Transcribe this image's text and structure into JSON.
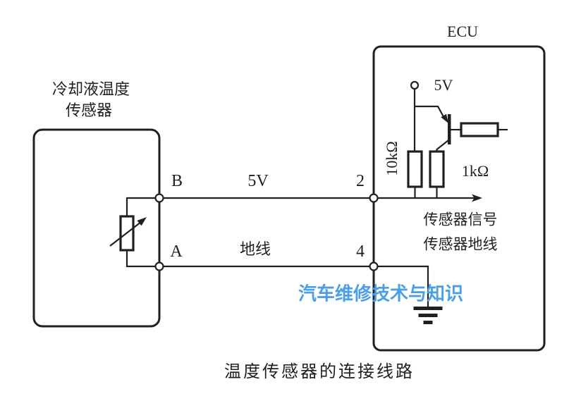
{
  "colors": {
    "line": "#231f20",
    "watermark_blue": "#4a9fe8",
    "background": "#ffffff"
  },
  "sensor": {
    "title_line1": "冷却液温度",
    "title_line2": "传感器",
    "terminal_b": "B",
    "terminal_a": "A"
  },
  "wires": {
    "supply_wire_label": "5V",
    "ground_wire_label": "地线"
  },
  "ecu": {
    "title": "ECU",
    "pin_2": "2",
    "pin_4": "4",
    "supply_label": "5V",
    "pullup_resistor_label": "10kΩ",
    "series_resistor_label": "1kΩ",
    "signal_line_label": "传感器信号",
    "ground_line_label": "传感器地线"
  },
  "watermark": {
    "text": "汽车维修技术与知识"
  },
  "caption": {
    "text": "温度传感器的连接线路"
  }
}
